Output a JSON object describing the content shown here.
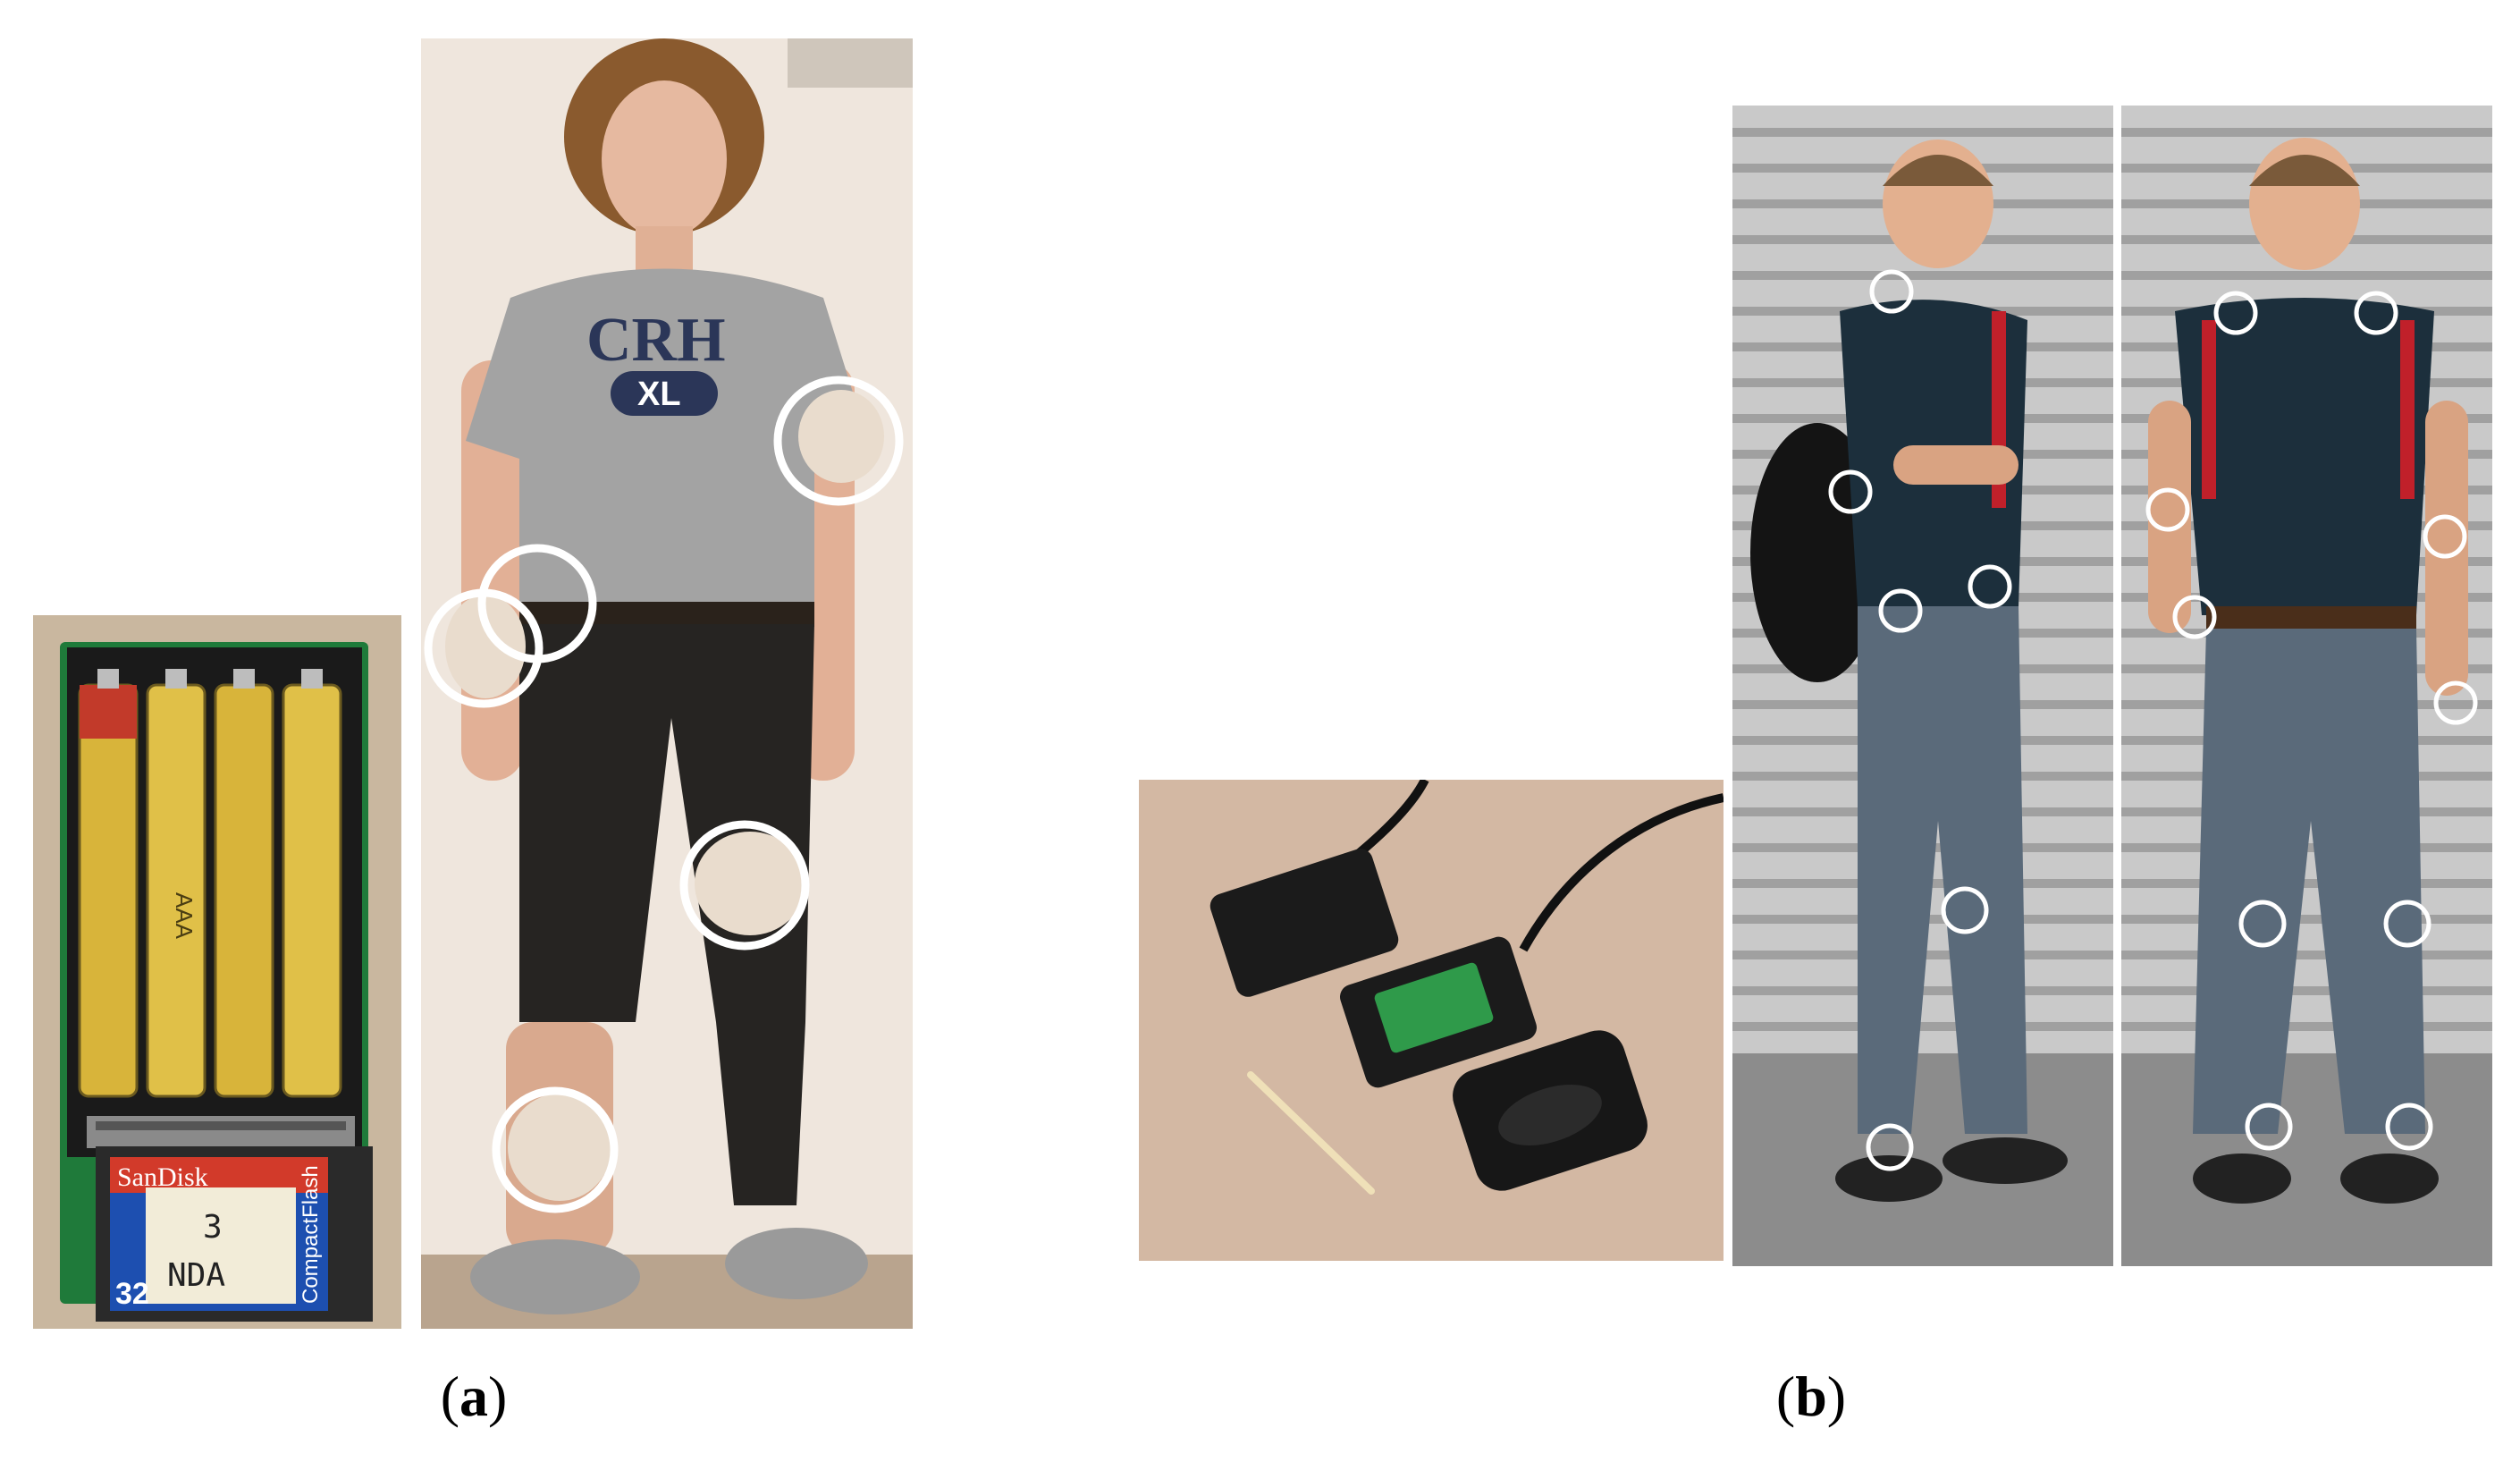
{
  "figure": {
    "panel_a": {
      "label_open": "(",
      "label_letter": "a",
      "label_close": ")",
      "shirt_text": "CRH",
      "shirt_size": "XL",
      "memory_card": {
        "brand": "SanDisk",
        "product": "CompactFlash",
        "capacity_fragment": "32",
        "handwritten_line_1": "3",
        "handwritten_line_2": "NDA"
      },
      "battery_label": "AAA"
    },
    "panel_b": {
      "label_open": "(",
      "label_letter": "b",
      "label_close": ")"
    }
  }
}
